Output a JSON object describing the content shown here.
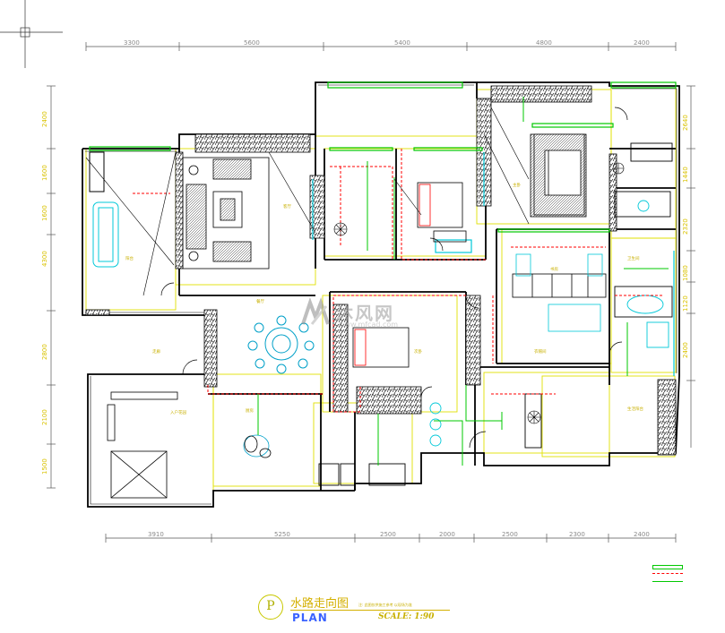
{
  "title": {
    "main": "水路走向图",
    "sub": "注: 此图仅供施工参考 以现场为准",
    "plan": "PLAN",
    "scale": "SCALE: 1:90",
    "logo": "P"
  },
  "watermark": {
    "text": "沐风网",
    "url": "www.mfcad.com"
  },
  "dimensions": {
    "top": [
      "3300",
      "5600",
      "5400",
      "4800",
      "2400"
    ],
    "bottom": [
      "3910",
      "5250",
      "2500",
      "2000",
      "2500",
      "2300",
      "2400"
    ],
    "left": [
      "2400",
      "1600",
      "1600",
      "4300",
      "2800",
      "2100",
      "1500"
    ],
    "right": [
      "2640",
      "1440",
      "2320",
      "1080",
      "1120",
      "2400"
    ]
  },
  "rooms": [
    "客厅",
    "餐厅",
    "主卧",
    "次卧",
    "书房",
    "厨房",
    "卫生间",
    "阳台",
    "入户花园",
    "衣帽间",
    "生活阳台",
    "走廊"
  ],
  "legend": {
    "colors": [
      "#00c800",
      "#ff0000",
      "#00c800"
    ]
  },
  "colors": {
    "wall": "#000000",
    "cold_water": "#00c800",
    "hot_water": "#ff0000",
    "outline": "#e0e000",
    "fixture": "#00c8d8",
    "title_blue": "#3b63ff"
  }
}
